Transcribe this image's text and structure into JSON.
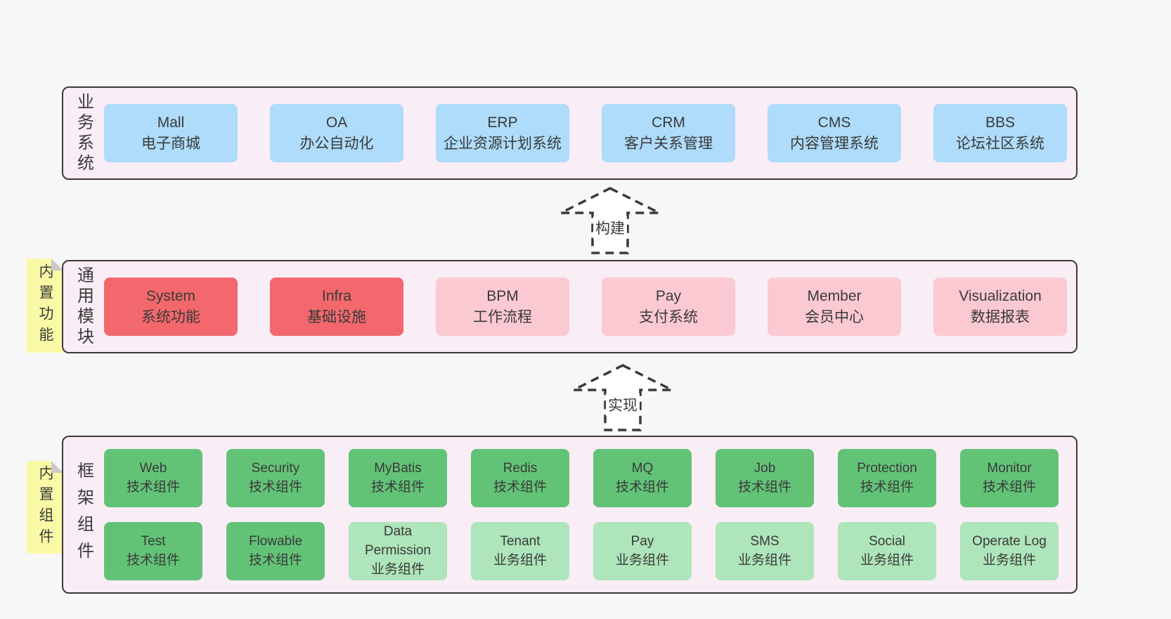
{
  "palette": {
    "page_bg": "#f7f7f7",
    "panel_bg": "#f9edf6",
    "panel_border": "#3a3a3a",
    "blue": "#aedcfa",
    "red": "#f2686c",
    "pink": "#fbc9d2",
    "green": "#62c377",
    "light_green": "#aee5ba",
    "note_yellow": "#fafaa6",
    "note_fold": "#c9c9c9",
    "text": "#3a3a3a"
  },
  "arrows": [
    {
      "label": "构建"
    },
    {
      "label": "实现"
    }
  ],
  "notes": {
    "features": "内置功能",
    "components": "内置组件"
  },
  "sections": {
    "business": {
      "side_label": "业务系统",
      "boxes": [
        {
          "name": "Mall",
          "desc": "电子商城",
          "variant": "blue"
        },
        {
          "name": "OA",
          "desc": "办公自动化",
          "variant": "blue"
        },
        {
          "name": "ERP",
          "desc": "企业资源计划系统",
          "variant": "blue"
        },
        {
          "name": "CRM",
          "desc": "客户关系管理",
          "variant": "blue"
        },
        {
          "name": "CMS",
          "desc": "内容管理系统",
          "variant": "blue"
        },
        {
          "name": "BBS",
          "desc": "论坛社区系统",
          "variant": "blue"
        }
      ]
    },
    "modules": {
      "side_label": "通用模块",
      "boxes": [
        {
          "name": "System",
          "desc": "系统功能",
          "variant": "red"
        },
        {
          "name": "Infra",
          "desc": "基础设施",
          "variant": "red"
        },
        {
          "name": "BPM",
          "desc": "工作流程",
          "variant": "pink"
        },
        {
          "name": "Pay",
          "desc": "支付系统",
          "variant": "pink"
        },
        {
          "name": "Member",
          "desc": "会员中心",
          "variant": "pink"
        },
        {
          "name": "Visualization",
          "desc": "数据报表",
          "variant": "pink"
        }
      ]
    },
    "framework": {
      "side_label": "框架组件",
      "rows": [
        [
          {
            "name": "Web",
            "desc": "技术组件",
            "variant": "green"
          },
          {
            "name": "Security",
            "desc": "技术组件",
            "variant": "green"
          },
          {
            "name": "MyBatis",
            "desc": "技术组件",
            "variant": "green"
          },
          {
            "name": "Redis",
            "desc": "技术组件",
            "variant": "green"
          },
          {
            "name": "MQ",
            "desc": "技术组件",
            "variant": "green"
          },
          {
            "name": "Job",
            "desc": "技术组件",
            "variant": "green"
          },
          {
            "name": "Protection",
            "desc": "技术组件",
            "variant": "green"
          },
          {
            "name": "Monitor",
            "desc": "技术组件",
            "variant": "green"
          }
        ],
        [
          {
            "name": "Test",
            "desc": "技术组件",
            "variant": "green"
          },
          {
            "name": "Flowable",
            "desc": "技术组件",
            "variant": "green"
          },
          {
            "name": "Data Permission",
            "desc": "业务组件",
            "variant": "light_green"
          },
          {
            "name": "Tenant",
            "desc": "业务组件",
            "variant": "light_green"
          },
          {
            "name": "Pay",
            "desc": "业务组件",
            "variant": "light_green"
          },
          {
            "name": "SMS",
            "desc": "业务组件",
            "variant": "light_green"
          },
          {
            "name": "Social",
            "desc": "业务组件",
            "variant": "light_green"
          },
          {
            "name": "Operate Log",
            "desc": "业务组件",
            "variant": "light_green"
          }
        ]
      ]
    }
  }
}
